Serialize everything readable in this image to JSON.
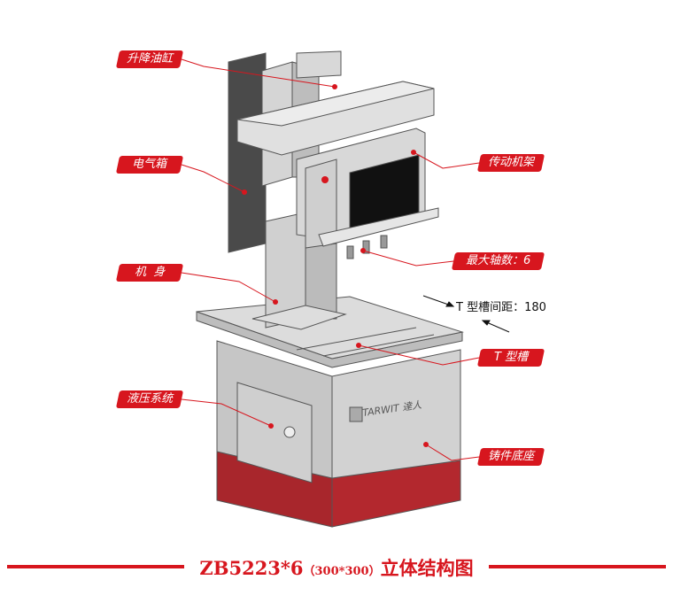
{
  "labels": {
    "lift_cylinder": "升降油缸",
    "electric_box": "电气箱",
    "drive_frame": "传动机架",
    "max_spindles": "最大轴数：6",
    "body": "机  身",
    "t_slot_spacing": "T 型槽间距：180",
    "t_slot": "T 型槽",
    "hydraulic_system": "液压系统",
    "cast_base": "铸件底座"
  },
  "brand": {
    "logo_text": "TARWIT 達人"
  },
  "title": {
    "model": "ZB5223*6",
    "size": "（300*300）",
    "suffix": "立体结构图"
  },
  "colors": {
    "accent": "#d7161e",
    "machine_gray": "#c8c8c8",
    "base_red": "#a8262c",
    "electric_box": "#4a4a4a"
  }
}
